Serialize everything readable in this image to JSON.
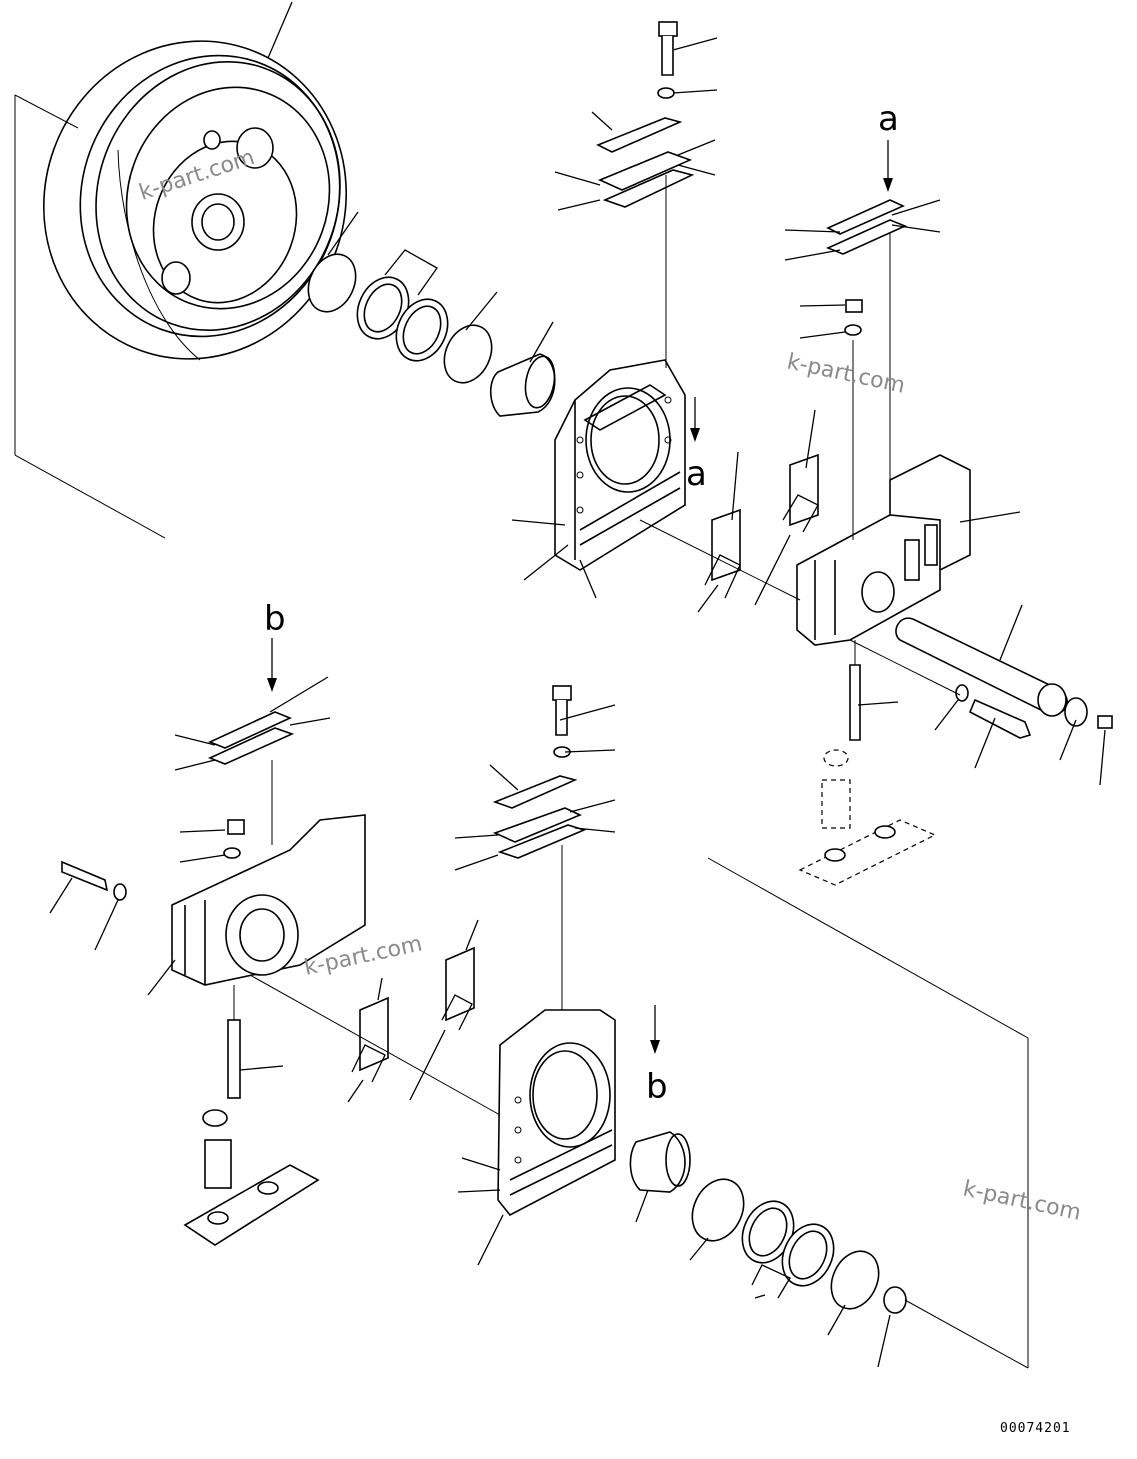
{
  "diagram": {
    "drawing_number": "00074201",
    "view_labels": {
      "a_top": "a",
      "a_mid": "a",
      "b_left": "b",
      "b_mid": "b"
    },
    "watermark": "k-part.com",
    "colors": {
      "line": "#000000",
      "watermark": "#8a8a8a",
      "background": "#ffffff"
    }
  }
}
